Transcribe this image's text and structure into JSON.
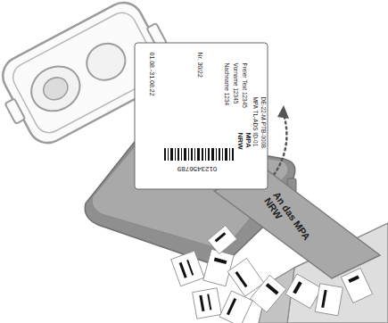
{
  "diagram": {
    "nodes": [
      {
        "text": [
          "01.08.-31.08.22",
          "Nr. 30/22",
          "Nachname 1234",
          "Vorname 12345",
          "Freier Text 12345",
          "MPA NRW",
          "0123456789",
          "MPA TL-ADS ID-01",
          "DE-22-M-PTB-0008"
        ]
      },
      {
        "text": [
          "An das MPA NRW"
        ]
      }
    ]
  }
}
